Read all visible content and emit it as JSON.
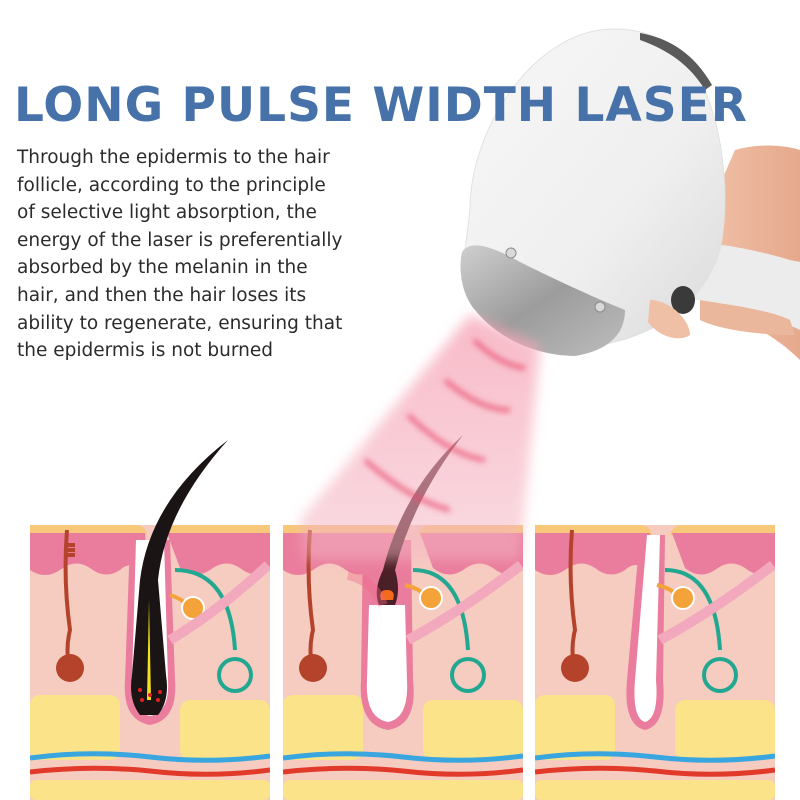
{
  "header": {
    "title": "LONG PULSE WIDTH LASER",
    "title_color": "#4671a9"
  },
  "description": {
    "lines": [
      "Through the epidermis to the hair",
      "follicle, according to the principle",
      "of selective light absorption, the",
      "energy of the laser is preferentially",
      "absorbed by the melanin in the",
      "hair, and then the hair loses its",
      "ability to regenerate, ensuring that",
      "the epidermis is not burned"
    ],
    "text_color": "#2b2b2b"
  },
  "illustration": {
    "device": "laser-handpiece",
    "beam_color": "#f06a8a",
    "panels": [
      {
        "stage": "before",
        "hair": "full-dark-hair-with-active-bulb"
      },
      {
        "stage": "during",
        "hair": "hair-heated-by-laser-follicle-cleared"
      },
      {
        "stage": "after",
        "hair": "hair-removed-empty-follicle"
      }
    ],
    "colors": {
      "epidermis_top": "#f7c77a",
      "dermis_upper": "#ea7d9d",
      "dermis": "#f6cbc0",
      "fat": "#fbe38a",
      "vein": "#3aa6df",
      "artery": "#e23a2a",
      "nerve": "#22a891",
      "sweat_gland": "#b5432c",
      "sebaceous_gland": "#f4a33a",
      "hair": "#1b1414"
    }
  }
}
